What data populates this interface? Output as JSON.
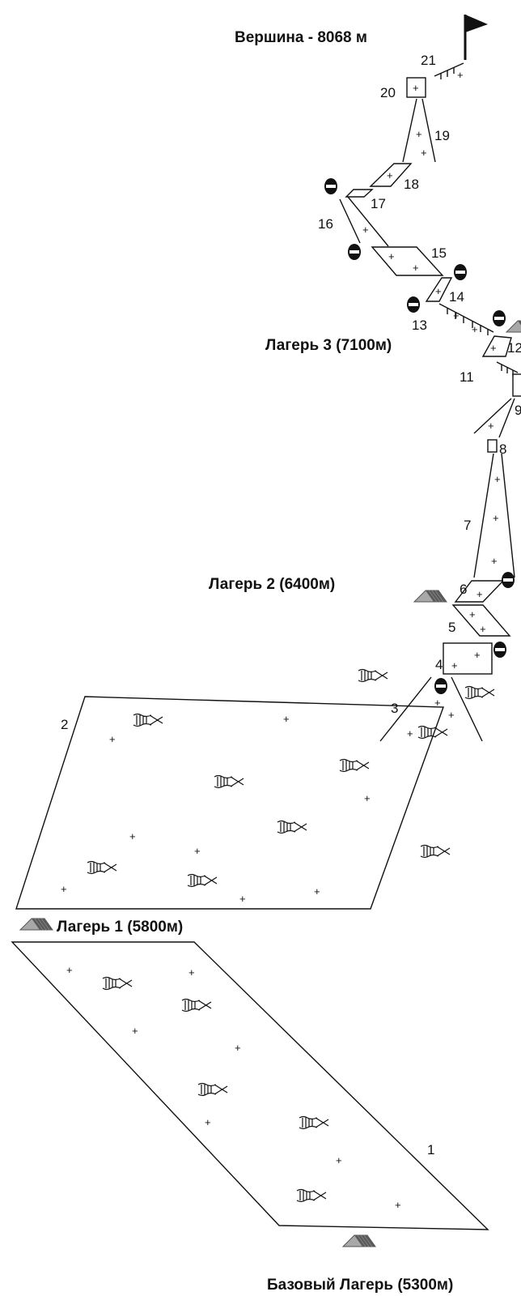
{
  "summit": {
    "label": "Вершина - 8068 м",
    "icon": "flag-icon"
  },
  "camps": {
    "camp3": "Лагерь 3 (7100м)",
    "camp2": "Лагерь 2 (6400м)",
    "camp1": "Лагерь 1 (5800м)",
    "base": "Базовый Лагерь (5300м)"
  },
  "pitches": {
    "p1": "1",
    "p2": "2",
    "p3": "3",
    "p4": "4",
    "p5": "5",
    "p6": "6",
    "p7": "7",
    "p8": "8",
    "p9": "9",
    "p11": "11",
    "p12": "12",
    "p13": "13",
    "p14": "14",
    "p15": "15",
    "p16": "16",
    "p17": "17",
    "p18": "18",
    "p19": "19",
    "p20": "20",
    "p21": "21"
  },
  "symbols": {
    "plus": "+",
    "piton": "piton-icon",
    "ice": "ice-serac-icon",
    "tent": "tent-icon"
  },
  "colors": {
    "ink": "#111111",
    "tent_light": "#a8a8a8",
    "tent_dark": "#5a5a5a"
  }
}
